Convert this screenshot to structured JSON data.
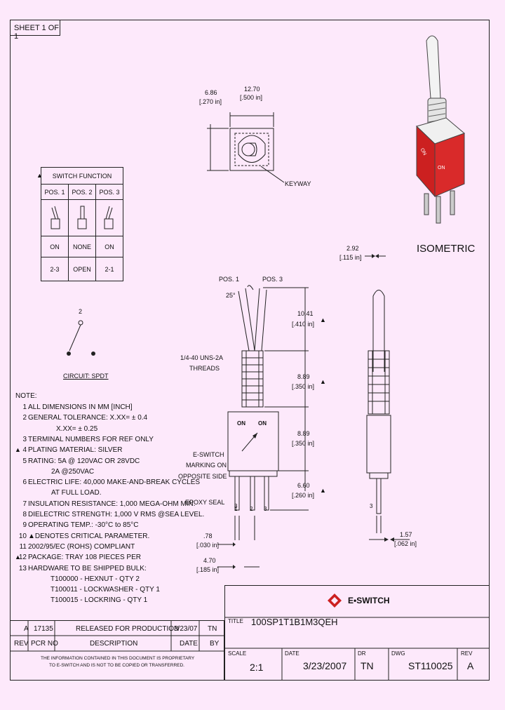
{
  "sheet": "SHEET 1 OF 1",
  "switch_table": {
    "title": "SWITCH FUNCTION",
    "headers": [
      "POS. 1",
      "POS. 2",
      "POS. 3"
    ],
    "functions": [
      "ON",
      "NONE",
      "ON"
    ],
    "connections": [
      "2-3",
      "OPEN",
      "2-1"
    ]
  },
  "circuit": {
    "pin_top": "2",
    "label": "CIRCUIT: SPDT"
  },
  "top_view": {
    "dim_w": "12.70",
    "dim_w_in": "[.500 in]",
    "dim_h": "6.86",
    "dim_h_in": "[.270 in]",
    "keyway": "KEYWAY"
  },
  "isometric": {
    "label": "ISOMETRIC",
    "dim": "2.92",
    "dim_in": "[.115 in]",
    "on_left": "ON",
    "on_right": "ON"
  },
  "side_view": {
    "pos1": "POS. 1",
    "pos3": "POS. 3",
    "angle": "25°",
    "threads": "1/4-40 UNS-2A",
    "threads2": "THREADS",
    "eswitch": [
      "E-SWITCH",
      "MARKING ON",
      "OPPOSITE SIDE"
    ],
    "epoxy": "EPOXY SEAL",
    "on_left": "ON",
    "on_right": "ON",
    "pins": [
      "1",
      "2",
      "3"
    ],
    "dims": [
      {
        "mm": "10.41",
        "in": "[.410 in]"
      },
      {
        "mm": "8.89",
        "in": "[.350 in]"
      },
      {
        "mm": "8.89",
        "in": "[.350 in]"
      },
      {
        "mm": "6.60",
        "in": "[.260 in]"
      }
    ],
    "bottom_dims": [
      {
        "mm": ".78",
        "in": "[.030 in]"
      },
      {
        "mm": "4.70",
        "in": "[.185 in]"
      }
    ],
    "pin_label": "3"
  },
  "right_view": {
    "dim": "1.57",
    "dim_in": "[.062 in]",
    "pin": "3"
  },
  "notes": {
    "title": "NOTE:",
    "lines": [
      {
        "num": "1",
        "text": "ALL DIMENSIONS IN MM [INCH]"
      },
      {
        "num": "2",
        "text": "GENERAL TOLERANCE: X.XX= ± 0.4"
      },
      {
        "num": "",
        "text": "X.XX= ± 0.25"
      },
      {
        "num": "3",
        "text": "TERMINAL NUMBERS FOR REF ONLY"
      },
      {
        "num": "4",
        "text": "PLATING MATERIAL: SILVER",
        "tri": true
      },
      {
        "num": "5",
        "text": "RATING: 5A @ 120VAC OR 28VDC"
      },
      {
        "num": "",
        "text": "2A @250VAC"
      },
      {
        "num": "6",
        "text": "ELECTRIC LIFE: 40,000 MAKE-AND-BREAK CYCLES"
      },
      {
        "num": "",
        "text": "AT FULL LOAD."
      },
      {
        "num": "7",
        "text": "INSULATION RESISTANCE: 1,000 MEGA-OHM MIN."
      },
      {
        "num": "8",
        "text": "DIELECTRIC STRENGTH: 1,000 V RMS @SEA LEVEL."
      },
      {
        "num": "9",
        "text": "OPERATING TEMP.: -30°C to 85°C"
      },
      {
        "num": "10",
        "text": "▲DENOTES CRITICAL PARAMETER."
      },
      {
        "num": "11",
        "text": "2002/95/EC (ROHS) COMPLIANT"
      },
      {
        "num": "12",
        "text": "PACKAGE: TRAY 108 PIECES PER",
        "tri": true
      },
      {
        "num": "13",
        "text": "HARDWARE TO BE SHIPPED BULK:"
      },
      {
        "num": "",
        "text": "T100000 - HEXNUT - QTY 2"
      },
      {
        "num": "",
        "text": "T100011 - LOCKWASHER - QTY 1"
      },
      {
        "num": "",
        "text": "T100015 - LOCKRING - QTY 1"
      }
    ]
  },
  "revision": {
    "row": {
      "rev": "A",
      "ecn": "17135",
      "desc": "RELEASED FOR PRODUCTION",
      "date": "3/23/07",
      "by": "TN"
    },
    "headers": {
      "rev": "REV",
      "ecn": "PCR NO",
      "desc": "DESCRIPTION",
      "date": "DATE",
      "by": "BY"
    },
    "disclaimer1": "THE INFORMATION CONTAINED IN THIS DOCUMENT IS PROPRIETARY",
    "disclaimer2": "TO E-SWITCH AND IS NOT TO BE COPIED OR TRANSFERRED."
  },
  "titleblock": {
    "logo": "E•SWITCH",
    "title_label": "TITLE",
    "title": "100SP1T1B1M3QEH",
    "scale_label": "SCALE",
    "scale": "2:1",
    "date_label": "DATE",
    "date": "3/23/2007",
    "dr_label": "DR",
    "dr": "TN",
    "dwg_label": "DWG",
    "dwg": "ST110025",
    "rev_label": "REV",
    "rev": "A"
  },
  "colors": {
    "background": "#fde9fb",
    "red": "#cc2020",
    "line": "#222222"
  }
}
